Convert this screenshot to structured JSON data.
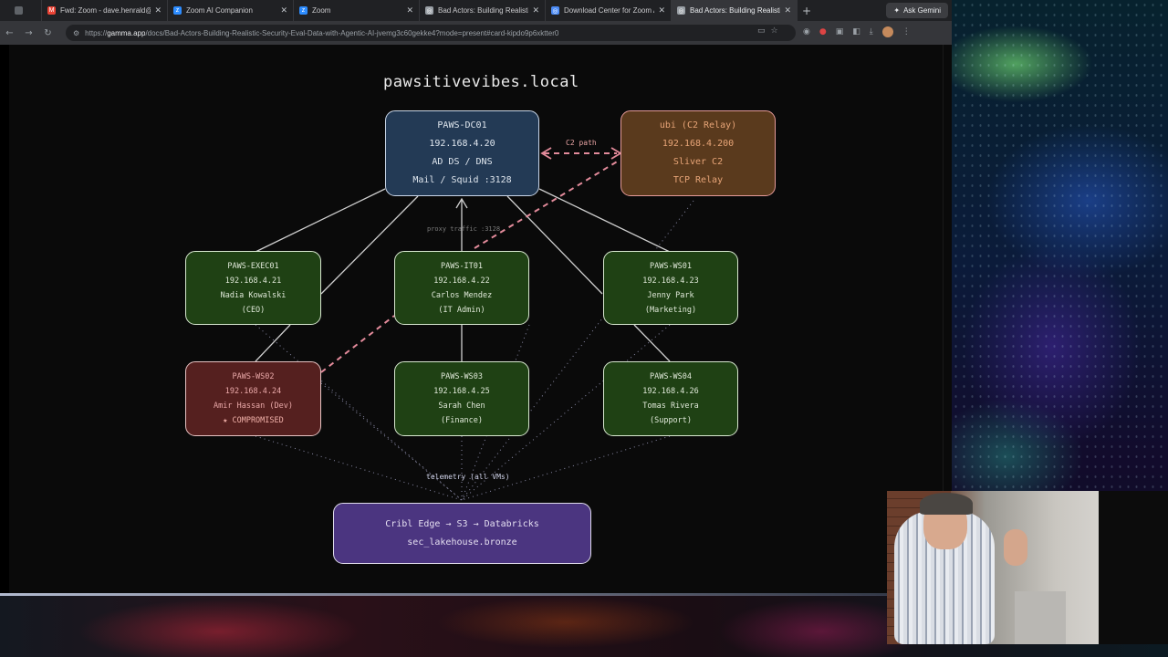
{
  "browser": {
    "tabs": [
      {
        "title": "",
        "favicon_color": "#5f6368",
        "active": false
      },
      {
        "title": "Fwd: Zoom - dave.henrald@...",
        "favicon_color": "#ea4335",
        "active": false
      },
      {
        "title": "Zoom AI Companion",
        "favicon_color": "#2d8cff",
        "active": false
      },
      {
        "title": "Zoom",
        "favicon_color": "#2d8cff",
        "active": false
      },
      {
        "title": "Bad Actors: Building Realistic...",
        "favicon_color": "#9aa0a6",
        "active": false
      },
      {
        "title": "Download Center for Zoom A...",
        "favicon_color": "#4c8bf5",
        "active": false
      },
      {
        "title": "Bad Actors: Building Realistic...",
        "favicon_color": "#9aa0a6",
        "active": true
      }
    ],
    "new_tab_glyph": "+",
    "ask_gemini": "Ask Gemini",
    "url_prefix": "https://",
    "url_host": "gamma.app",
    "url_path": "/docs/Bad-Actors-Building-Realistic-Security-Eval-Data-with-Agentic-AI-jvemg3c60gekke4?mode=present#card-kipdo9p6xktter0"
  },
  "diagram": {
    "title": "pawsitivevibes.local",
    "dc": [
      "PAWS-DC01",
      "192.168.4.20",
      "AD DS / DNS",
      "Mail / Squid :3128"
    ],
    "c2": [
      "ubi (C2 Relay)",
      "192.168.4.200",
      "Sliver C2",
      "TCP Relay"
    ],
    "exec01": [
      "PAWS-EXEC01",
      "192.168.4.21",
      "Nadia Kowalski",
      "(CEO)"
    ],
    "it01": [
      "PAWS-IT01",
      "192.168.4.22",
      "Carlos Mendez",
      "(IT Admin)"
    ],
    "ws01": [
      "PAWS-WS01",
      "192.168.4.23",
      "Jenny Park",
      "(Marketing)"
    ],
    "ws02": [
      "PAWS-WS02",
      "192.168.4.24",
      "Amir Hassan (Dev)",
      "★ COMPROMISED"
    ],
    "ws03": [
      "PAWS-WS03",
      "192.168.4.25",
      "Sarah Chen",
      "(Finance)"
    ],
    "ws04": [
      "PAWS-WS04",
      "192.168.4.26",
      "Tomas Rivera",
      "(Support)"
    ],
    "cribl": [
      "Cribl Edge → S3 → Databricks",
      "sec_lakehouse.bronze"
    ],
    "label_c2_path": "C2 path",
    "label_proxy": "proxy traffic :3128",
    "label_telemetry": "telemetry (all VMs)",
    "colors": {
      "dc_fill": "#233a55",
      "c2_fill": "#5a3a1d",
      "host_fill": "#1f4114",
      "compromised_fill": "#55201f",
      "pipeline_fill": "#4b3580",
      "c2_line": "#e38b9b"
    }
  }
}
